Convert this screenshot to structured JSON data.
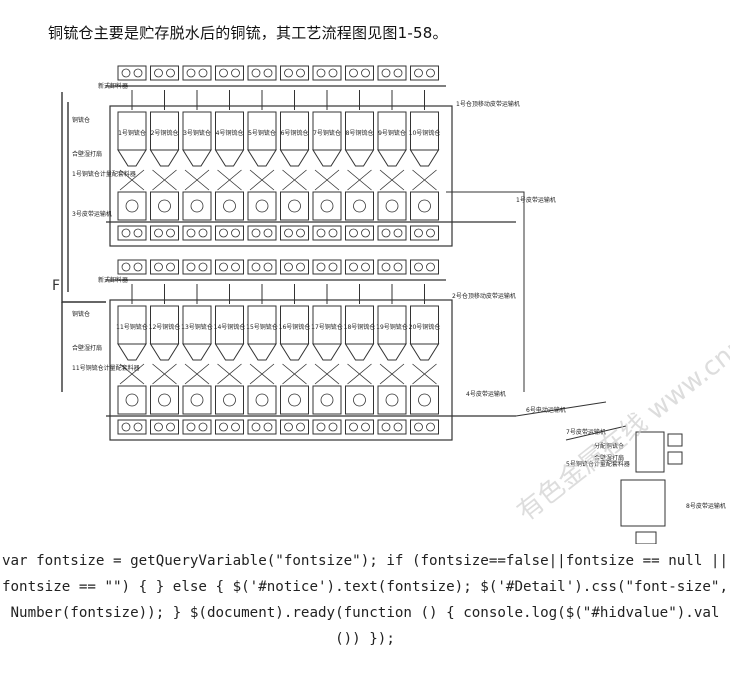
{
  "heading": "铜锍仓主要是贮存脱水后的铜锍，其工艺流程图见图1-58。",
  "figure": {
    "top_labels": [
      "新式卸料器",
      "铜锍仓",
      "合壁湿打扇",
      "1号铜锍仓计量配套料器",
      "3号皮带运输机"
    ],
    "bottom_labels": [
      "新式卸料器",
      "铜锍仓",
      "合壁湿打扇",
      "11号铜锍仓计量配套料器"
    ],
    "bins_top": [
      "1号铜锍仓",
      "2号铜锍仓",
      "3号铜锍仓",
      "4号铜锍仓",
      "5号铜锍仓",
      "6号铜锍仓",
      "7号铜锍仓",
      "8号铜锍仓",
      "9号铜锍仓",
      "10号铜锍仓"
    ],
    "bins_bottom": [
      "11号铜锍仓",
      "12号铜锍仓",
      "13号铜锍仓",
      "14号铜锍仓",
      "15号铜锍仓",
      "16号铜锍仓",
      "17号铜锍仓",
      "18号铜锍仓",
      "19号铜锍仓",
      "20号铜锍仓"
    ],
    "conveyors": [
      "1号仓顶移动皮带运输机",
      "1号皮带运输机",
      "2号仓顶移动皮带运输机",
      "4号皮带运输机",
      "6号电动运输机",
      "7号皮带运输机",
      "5号铜锍仓计量配套料器",
      "8号皮带运输机"
    ],
    "right_labels": [
      "分配铜锍仓",
      "合壁湿打扇"
    ],
    "side_arrow": "F",
    "watermark": "有色金属在线 www.cnmn.com.cn"
  },
  "code_lines": [
    "var fontsize = getQueryVariable(\"fontsize\"); if (fontsize==false||fontsize == null ||",
    "fontsize == \"\") { } else { $('#notice').text(fontsize); $('#Detail').css(\"font-size\",",
    "Number(fontsize)); } $(document).ready(function () { console.log($(\"#hidvalue\").val",
    "()) });"
  ]
}
